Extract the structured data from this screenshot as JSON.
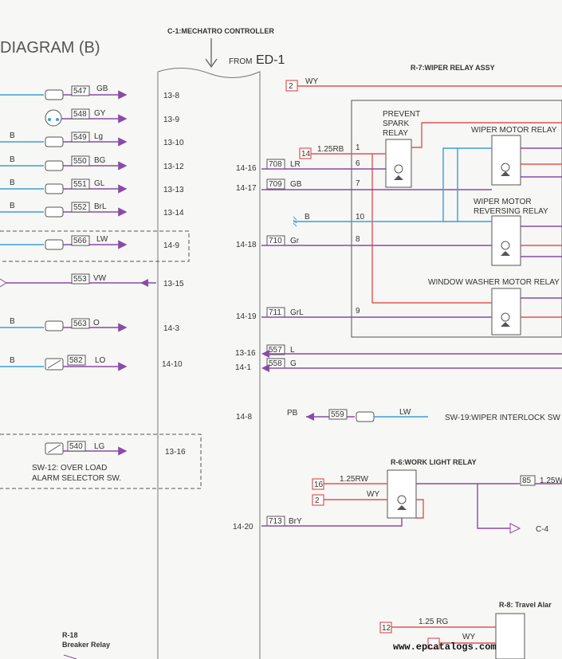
{
  "header": {
    "title": "DIAGRAM (B)",
    "controller": "C-1:MECHATRO CONTROLLER",
    "from_label": "FROM",
    "from_code": "ED-1"
  },
  "left": [
    {
      "id": "547",
      "color": "GB",
      "pin": "13-8"
    },
    {
      "id": "548",
      "color": "GY",
      "pin": "13-9"
    },
    {
      "src": "B",
      "id": "549",
      "color": "Lg",
      "pin": "13-10"
    },
    {
      "src": "B",
      "id": "550",
      "color": "BG",
      "pin": "13-12"
    },
    {
      "src": "B",
      "id": "551",
      "color": "GL",
      "pin": "13-13"
    },
    {
      "src": "B",
      "id": "552",
      "color": "BrL",
      "pin": "13-14"
    },
    {
      "id": "566",
      "color": "LW",
      "pin": "14-9"
    },
    {
      "id": "553",
      "color": "VW",
      "pin": "13-15"
    },
    {
      "src": "B",
      "id": "563",
      "color": "O",
      "pin": "14-3"
    },
    {
      "src": "B",
      "id": "582",
      "color": "LO",
      "pin": "14-10"
    },
    {
      "id": "540",
      "color": "LG",
      "pin": "13-16"
    }
  ],
  "switches": {
    "sw12_line1": "SW-12: OVER LOAD",
    "sw12_line2": "ALARM SELECTOR SW.",
    "sw19": "SW-19:WIPER INTERLOCK SW"
  },
  "relays": {
    "r7": "R-7:WIPER RELAY ASSY",
    "prevent1": "PREVENT",
    "prevent2": "SPARK",
    "prevent3": "RELAY",
    "wiper_motor": "WIPER MOTOR RELAY",
    "reversing1": "WIPER MOTOR",
    "reversing2": "REVERSING RELAY",
    "washer": "WINDOW WASHER MOTOR RELAY",
    "r6": "R-6:WORK LIGHT RELAY",
    "r8": "R-8: Travel Alar",
    "r18_code": "R-18",
    "r18_name": "Breaker Relay"
  },
  "right": {
    "wy_top": {
      "box": "2",
      "color": "WY"
    },
    "rb": {
      "box": "14",
      "color": "1.25RB",
      "pin": "1"
    },
    "lr": {
      "pin": "14-16",
      "id": "708",
      "color": "LR",
      "term": "6"
    },
    "gb": {
      "pin": "14-17",
      "id": "709",
      "color": "GB",
      "term": "7"
    },
    "b": {
      "color": "B",
      "term": "10"
    },
    "gr": {
      "pin": "14-18",
      "id": "710",
      "color": "Gr",
      "term": "8"
    },
    "grl": {
      "pin": "14-19",
      "id": "711",
      "color": "GrL",
      "term": "9"
    },
    "l": {
      "pin": "13-16",
      "id": "557",
      "color": "L"
    },
    "g": {
      "pin": "14-1",
      "id": "558",
      "color": "G"
    },
    "pb": {
      "pin": "14-8",
      "color": "PB",
      "id": "559",
      "lw": "LW"
    },
    "rw": {
      "box": "16",
      "color": "1.25RW"
    },
    "wy2": {
      "box": "2",
      "color": "WY"
    },
    "r6out": {
      "id": "85",
      "color": "1.25W",
      "dest": "C-4"
    },
    "bry": {
      "pin": "14-20",
      "id": "713",
      "color": "BrY"
    },
    "rg": {
      "box": "12",
      "color": "1.25 RG"
    },
    "wy3": {
      "color": "WY"
    }
  },
  "watermark": "www.epcatalogs.com"
}
